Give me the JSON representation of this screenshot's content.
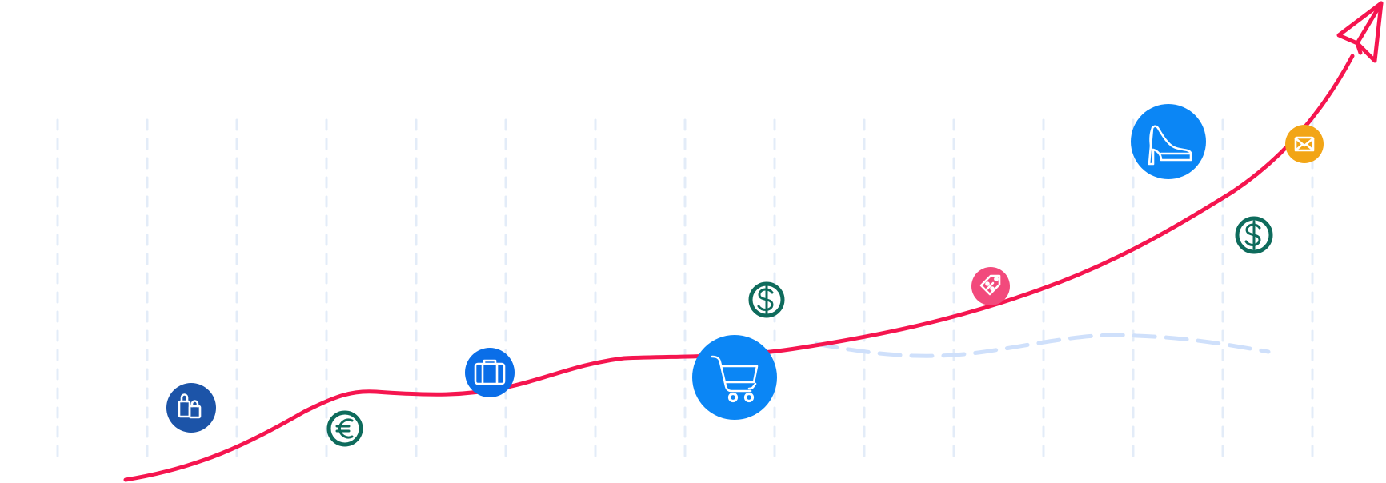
{
  "colors": {
    "background": "#ffffff",
    "grid": "#e3ecf8",
    "growth_line": "#f5154f",
    "ghost_line": "#cfe0fb",
    "navy": "#1c54a8",
    "blue": "#0b86f5",
    "royal_blue": "#0a6ee8",
    "teal": "#0e6b5c",
    "pink": "#f24a7c",
    "amber": "#f2a516"
  },
  "icons": [
    {
      "id": "shopping-bags",
      "name": "shopping-bags-icon",
      "color": "navy"
    },
    {
      "id": "euro-coin",
      "name": "euro-coin-icon",
      "color": "teal"
    },
    {
      "id": "briefcase",
      "name": "briefcase-icon",
      "color": "royal_blue"
    },
    {
      "id": "dollar-coin",
      "name": "dollar-coin-icon",
      "color": "teal"
    },
    {
      "id": "shopping-cart",
      "name": "shopping-cart-icon",
      "color": "blue"
    },
    {
      "id": "discount-tag",
      "name": "discount-tag-icon",
      "color": "pink"
    },
    {
      "id": "high-heel",
      "name": "high-heel-shoe-icon",
      "color": "blue"
    },
    {
      "id": "dollar-coin-2",
      "name": "dollar-coin-icon",
      "color": "teal"
    },
    {
      "id": "envelope",
      "name": "envelope-icon",
      "color": "amber"
    },
    {
      "id": "paper-plane",
      "name": "paper-plane-icon",
      "color": "growth_line"
    }
  ]
}
